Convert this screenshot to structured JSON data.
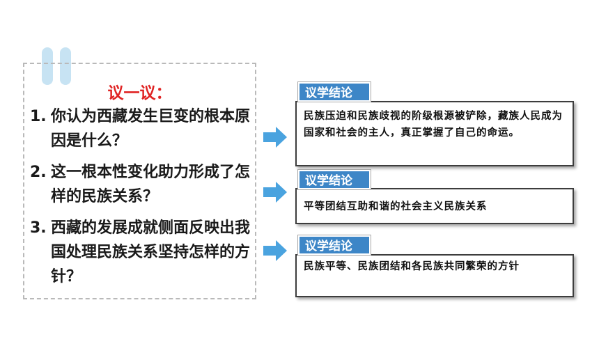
{
  "accent_color": "#3d86c7",
  "title_color": "#e02424",
  "questions": {
    "title": "议一议：",
    "items": [
      {
        "num": "1.",
        "text": "你认为西藏发生巨变的根本原因是什么？"
      },
      {
        "num": "2.",
        "text": "这一根本性变化助力形成了怎样的民族关系？"
      },
      {
        "num": "3.",
        "text": "西藏的发展成就侧面反映出我国处理民族关系坚持怎样的方针？"
      }
    ]
  },
  "conclusions": [
    {
      "label": "议学结论",
      "text": "民族压迫和民族歧视的阶级根源被铲除，藏族人民成为国家和社会的主人，真正掌握了自己的命运。"
    },
    {
      "label": "议学结论",
      "text": "平等团结互助和谐的社会主义民族关系"
    },
    {
      "label": "议学结论",
      "text": "民族平等、民族团结和各民族共同繁荣的方针"
    }
  ],
  "icons": {
    "arrow": "arrow-right-icon"
  }
}
